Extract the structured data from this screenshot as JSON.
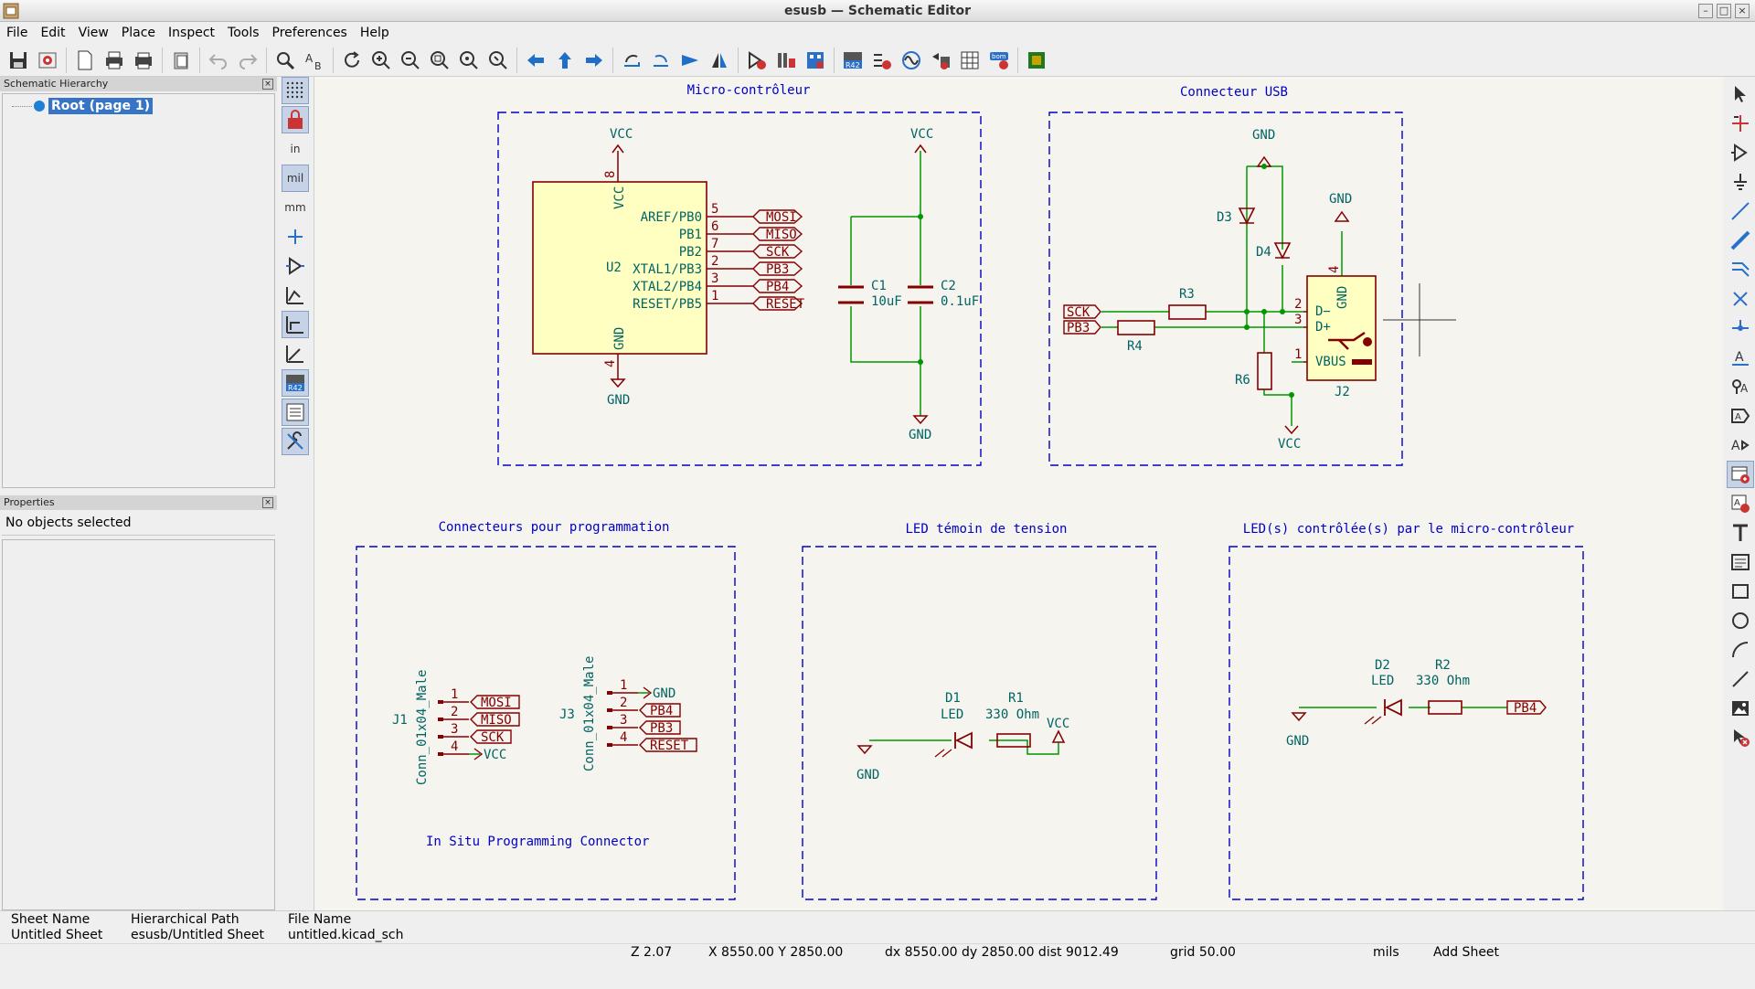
{
  "window": {
    "title": "esusb — Schematic Editor"
  },
  "menu": [
    "File",
    "Edit",
    "View",
    "Place",
    "Inspect",
    "Tools",
    "Preferences",
    "Help"
  ],
  "panels": {
    "hierarchy_title": "Schematic Hierarchy",
    "root_label": "Root (page 1)",
    "properties_title": "Properties",
    "no_selection": "No objects selected"
  },
  "left_tools": {
    "in": "in",
    "mil": "mil",
    "mm": "mm"
  },
  "schematic": {
    "sections": {
      "micro": "Micro-contrôleur",
      "usb": "Connecteur USB",
      "prog": "Connecteurs pour programmation",
      "led_power": "LED témoin de tension",
      "led_mcu": "LED(s) contrôlée(s) par le micro-contrôleur"
    },
    "u2": {
      "ref": "U2",
      "vcc": "VCC",
      "gnd": "GND",
      "pin_vcc": "8",
      "pin_gnd": "4",
      "pins": [
        {
          "num": "5",
          "name": "AREF/PB0",
          "net": "MOSI"
        },
        {
          "num": "6",
          "name": "PB1",
          "net": "MISO"
        },
        {
          "num": "7",
          "name": "PB2",
          "net": "SCK"
        },
        {
          "num": "2",
          "name": "XTAL1/PB3",
          "net": "PB3"
        },
        {
          "num": "3",
          "name": "XTAL2/PB4",
          "net": "PB4"
        },
        {
          "num": "1",
          "name": "RESET/PB5",
          "net": "RESET"
        }
      ]
    },
    "caps": {
      "c1_ref": "C1",
      "c1_val": "10uF",
      "c2_ref": "C2",
      "c2_val": "0.1uF"
    },
    "power": {
      "vcc": "VCC",
      "gnd": "GND"
    },
    "usb": {
      "d3": "D3",
      "d4": "D4",
      "r3": "R3",
      "r4": "R4",
      "r6": "R6",
      "j2": "J2",
      "sck": "SCK",
      "pb3": "PB3",
      "pin2": "2",
      "pin3": "3",
      "pin1": "1",
      "pin4": "4",
      "dm": "D−",
      "dp": "D+",
      "vbus": "VBUS",
      "gnd": "GND"
    },
    "j1": {
      "ref": "J1",
      "value": "Conn_01x04_Male",
      "pins": [
        "1",
        "2",
        "3",
        "4"
      ],
      "nets": [
        "MOSI",
        "MISO",
        "SCK",
        "VCC"
      ]
    },
    "j3": {
      "ref": "J3",
      "value": "Conn_01x04_Male",
      "pins": [
        "1",
        "2",
        "3",
        "4"
      ],
      "nets": [
        "GND",
        "PB4",
        "PB3",
        "RESET"
      ]
    },
    "prog_note": "In Situ Programming Connector",
    "led1": {
      "d_ref": "D1",
      "d_val": "LED",
      "r_ref": "R1",
      "r_val": "330 Ohm"
    },
    "led2": {
      "d_ref": "D2",
      "d_val": "LED",
      "r_ref": "R2",
      "r_val": "330 Ohm",
      "net": "PB4"
    }
  },
  "info": {
    "sheet_name_label": "Sheet Name",
    "sheet_name": "Untitled Sheet",
    "hier_path_label": "Hierarchical Path",
    "hier_path": "esusb/Untitled Sheet",
    "file_name_label": "File Name",
    "file_name": "untitled.kicad_sch"
  },
  "status": {
    "zoom": "Z 2.07",
    "xy": "X 8550.00  Y 2850.00",
    "dxdy": "dx 8550.00  dy 2850.00  dist 9012.49",
    "grid": "grid 50.00",
    "units": "mils",
    "mode": "Add Sheet"
  },
  "colors": {
    "wire": "#009600",
    "symbol": "#840000",
    "symbol_fill": "#ffffc2",
    "text": "#006464",
    "sheet_border": "#0000c8",
    "canvas": "#f5f4ef"
  }
}
